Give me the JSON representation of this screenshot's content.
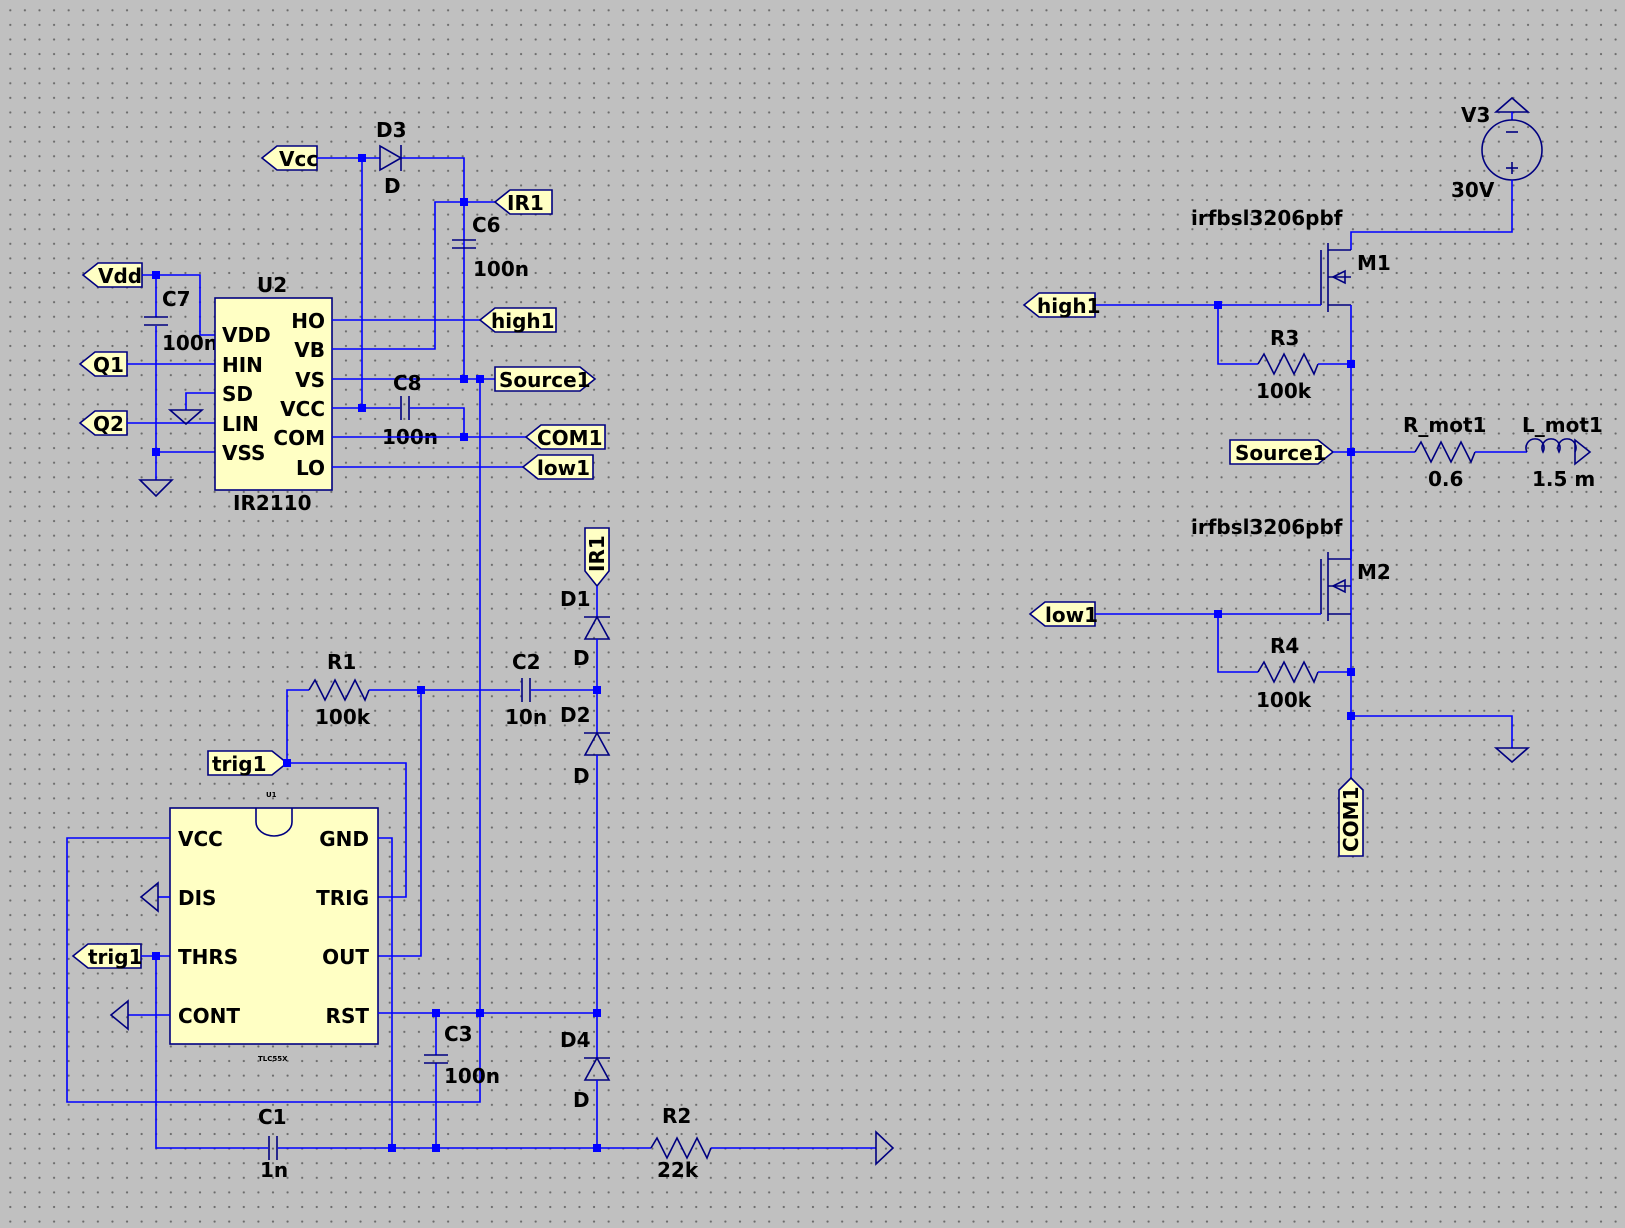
{
  "components": {
    "u2": {
      "ref": "U2",
      "part": "IR2110",
      "pins": [
        "VDD",
        "HIN",
        "SD",
        "LIN",
        "VSS",
        "HO",
        "VB",
        "VS",
        "VCC",
        "COM",
        "LO"
      ]
    },
    "u1": {
      "ref": "U1",
      "part": "TLC55X",
      "pins": [
        "VCC",
        "DIS",
        "THRS",
        "CONT",
        "GND",
        "TRIG",
        "OUT",
        "RST"
      ]
    },
    "d3": {
      "ref": "D3",
      "value": "D"
    },
    "d1": {
      "ref": "D1",
      "value": "D"
    },
    "d2": {
      "ref": "D2",
      "value": "D"
    },
    "d4": {
      "ref": "D4",
      "value": "D"
    },
    "c6": {
      "ref": "C6",
      "value": "100n"
    },
    "c7": {
      "ref": "C7",
      "value": "100n"
    },
    "c8": {
      "ref": "C8",
      "value": "100n"
    },
    "c2": {
      "ref": "C2",
      "value": "10n"
    },
    "c3": {
      "ref": "C3",
      "value": "100n"
    },
    "c1": {
      "ref": "C1",
      "value": "1n"
    },
    "r1": {
      "ref": "R1",
      "value": "100k"
    },
    "r2": {
      "ref": "R2",
      "value": "22k"
    },
    "r3": {
      "ref": "R3",
      "value": "100k"
    },
    "r4": {
      "ref": "R4",
      "value": "100k"
    },
    "m1": {
      "ref": "M1",
      "part": "irfbsl3206pbf"
    },
    "m2": {
      "ref": "M2",
      "part": "irfbsl3206pbf"
    },
    "v3": {
      "ref": "V3",
      "value": "30V"
    },
    "rmot": {
      "ref": "R_mot1",
      "value": "0.6"
    },
    "lmot": {
      "ref": "L_mot1",
      "value": "1.5 m"
    }
  },
  "nets": {
    "vcc": "Vcc",
    "vdd": "Vdd",
    "q1": "Q1",
    "q2": "Q2",
    "ir1": "IR1",
    "high1": "high1",
    "source1": "Source1",
    "com1": "COM1",
    "low1": "low1",
    "trig1": "trig1"
  }
}
